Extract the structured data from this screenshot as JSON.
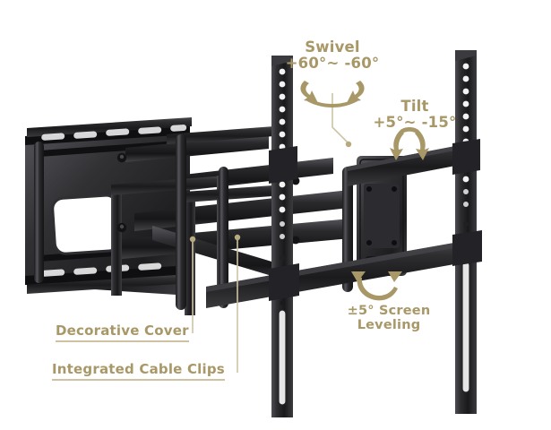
{
  "figure": {
    "subject": "full-motion articulating TV wall mount",
    "background_color": "#ffffff",
    "annotation_color": "#a89868",
    "leader_color": "#cdc3a3",
    "hardware_color": "#2b2b2d"
  },
  "annotations": [
    {
      "id": "swivel",
      "title": "Swivel",
      "value": "+60°~ -60°",
      "icon": "rotation-arrow-icon"
    },
    {
      "id": "tilt",
      "title": "Tilt",
      "value": "+5°~ -15°",
      "icon": "tilt-arrow-icon"
    },
    {
      "id": "leveling",
      "line1": "±5° Screen",
      "line2": "Leveling",
      "icon": "leveling-arrow-icon"
    },
    {
      "id": "decorative-cover",
      "label": "Decorative Cover"
    },
    {
      "id": "integrated-cable-clips",
      "label": "Integrated Cable Clips"
    }
  ]
}
